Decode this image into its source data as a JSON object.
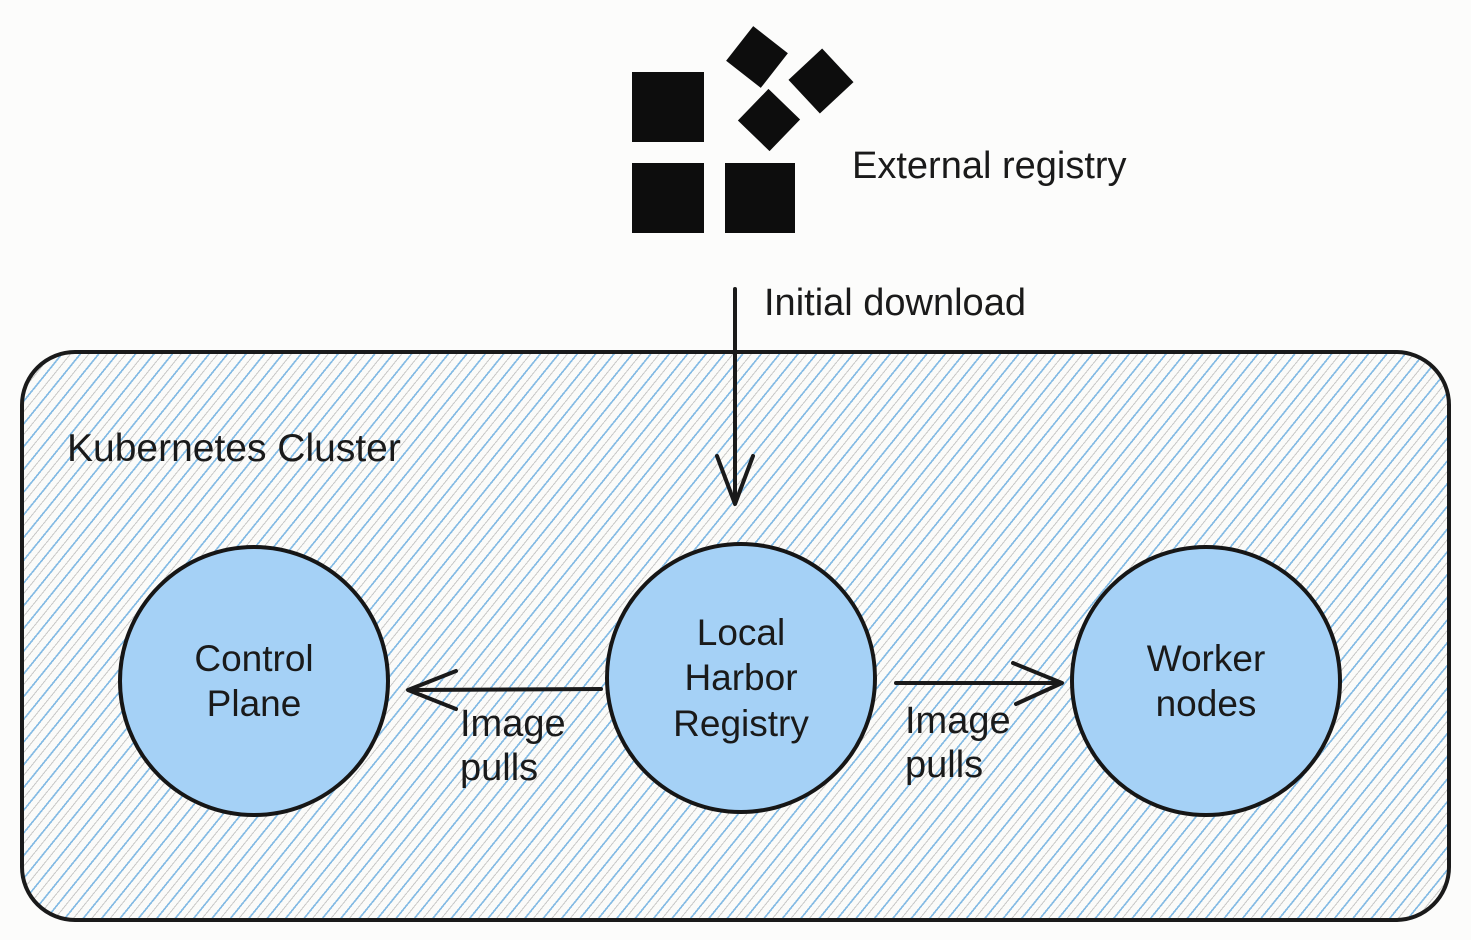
{
  "diagram": {
    "external_registry": {
      "label": "External registry"
    },
    "initial_download": {
      "label": "Initial download"
    },
    "cluster": {
      "label": "Kubernetes Cluster",
      "border_color": "#1a1a1a",
      "background": "#fbfbf9",
      "hatch_line_color": "#85bbe4",
      "hatch_alt_line_color": "#a0a0a0",
      "nodes": [
        {
          "id": "control-plane",
          "label": "Control\nPlane",
          "fill": "#a5d1f6",
          "border_color": "#161616"
        },
        {
          "id": "local-harbor-registry",
          "label": "Local\nHarbor\nRegistry",
          "fill": "#a5d1f6",
          "border_color": "#161616"
        },
        {
          "id": "worker-nodes",
          "label": "Worker\nnodes",
          "fill": "#a5d1f6",
          "border_color": "#161616"
        }
      ],
      "edges": [
        {
          "from": "external-registry",
          "to": "local-harbor-registry",
          "label": "Initial download"
        },
        {
          "from": "local-harbor-registry",
          "to": "control-plane",
          "label": "Image\npulls"
        },
        {
          "from": "local-harbor-registry",
          "to": "worker-nodes",
          "label": "Image\npulls"
        }
      ]
    }
  }
}
